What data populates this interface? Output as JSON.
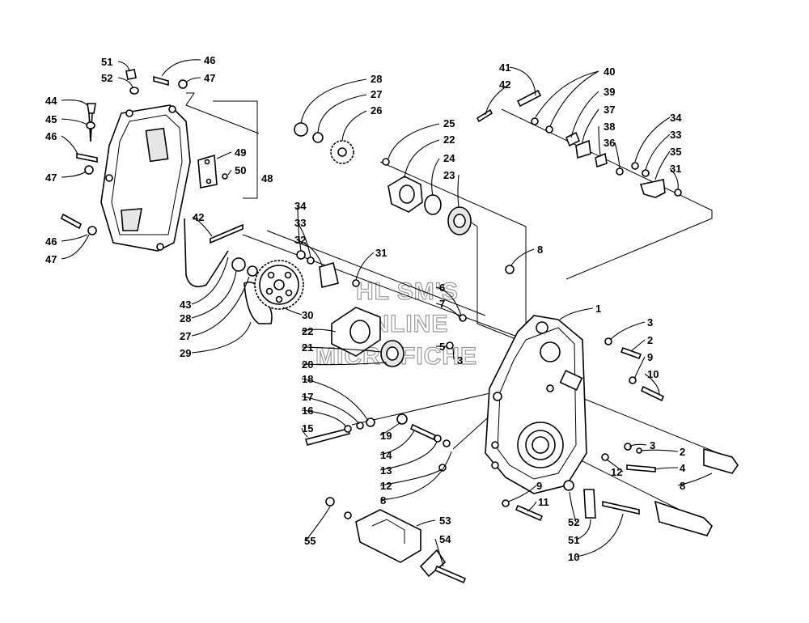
{
  "watermark": {
    "line1": "HL SM'S",
    "line2": "ONLINE",
    "line3": "MICROFICHE"
  },
  "labels": {
    "l51a": "51",
    "l46a": "46",
    "l52a": "52",
    "l47a": "47",
    "l44": "44",
    "l45": "45",
    "l46b": "46",
    "l47b": "47",
    "l49": "49",
    "l50": "50",
    "l48": "48",
    "l46c": "46",
    "l47c": "47",
    "l42a": "42",
    "l43": "43",
    "l28a": "28",
    "l27a": "27",
    "l29": "29",
    "l30": "30",
    "l22a": "22",
    "l21": "21",
    "l20": "20",
    "l34a": "34",
    "l33a": "33",
    "l32": "32",
    "l31a": "31",
    "l28b": "28",
    "l27b": "27",
    "l26": "26",
    "l25": "25",
    "l22b": "22",
    "l24": "24",
    "l23": "23",
    "l41": "41",
    "l42b": "42",
    "l40": "40",
    "l39": "39",
    "l37": "37",
    "l38": "38",
    "l36": "36",
    "l34b": "34",
    "l33b": "33",
    "l35": "35",
    "l31b": "31",
    "l8a": "8",
    "l1": "1",
    "l6": "6",
    "l7": "7",
    "l5": "5",
    "l3a": "3",
    "l3b": "3",
    "l2a": "2",
    "l9a": "9",
    "l10a": "10",
    "l18": "18",
    "l17": "17",
    "l16": "16",
    "l15": "15",
    "l19": "19",
    "l14": "14",
    "l13": "13",
    "l12a": "12",
    "l8b": "8",
    "l3c": "3",
    "l2b": "2",
    "l4": "4",
    "l12b": "12",
    "l8c": "8",
    "l9b": "9",
    "l11": "11",
    "l52b": "52",
    "l51b": "51",
    "l10b": "10",
    "l55": "55",
    "l53": "53",
    "l54": "54"
  }
}
